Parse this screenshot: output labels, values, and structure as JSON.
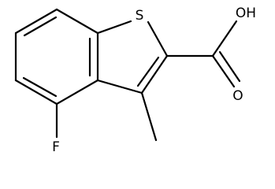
{
  "molecule": {
    "atoms": {
      "sulfur": "S",
      "hydroxyl": "OH",
      "carbonyl_oxygen": "O",
      "fluorine": "F"
    }
  }
}
